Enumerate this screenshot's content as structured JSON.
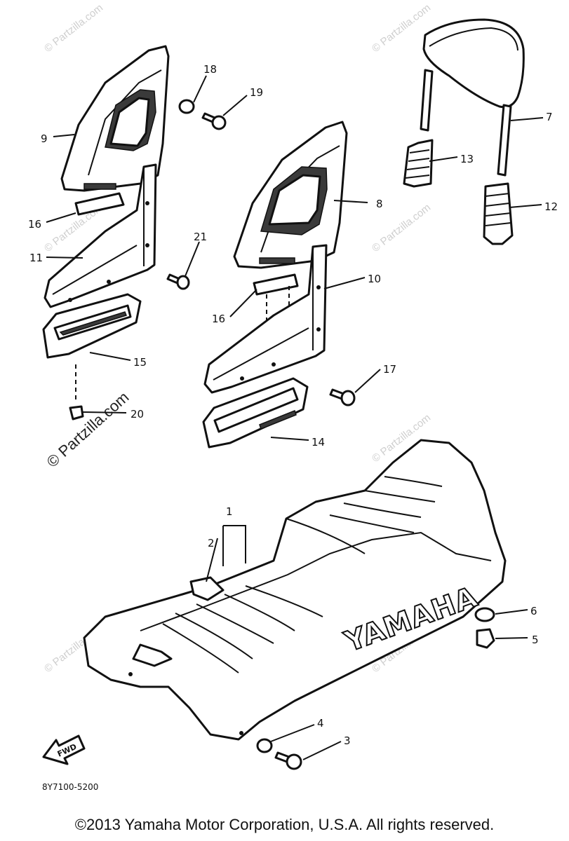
{
  "labels": {
    "p1": "1",
    "p2": "2",
    "p3": "3",
    "p4": "4",
    "p5": "5",
    "p6": "6",
    "p7": "7",
    "p8": "8",
    "p9": "9",
    "p10": "10",
    "p11": "11",
    "p12": "12",
    "p13": "13",
    "p14": "14",
    "p15": "15",
    "p16a": "16",
    "p16b": "16",
    "p17": "17",
    "p18": "18",
    "p19": "19",
    "p20": "20",
    "p21": "21"
  },
  "brand_text": "YAMAHA",
  "fwd_text": "FWD",
  "diagram_code": "8Y7100-5200",
  "watermark_main": "© Partzilla.com",
  "watermark_faint": "© Partzilla.com",
  "copyright": "©2013 Yamaha Motor Corporation, U.S.A. All rights reserved."
}
